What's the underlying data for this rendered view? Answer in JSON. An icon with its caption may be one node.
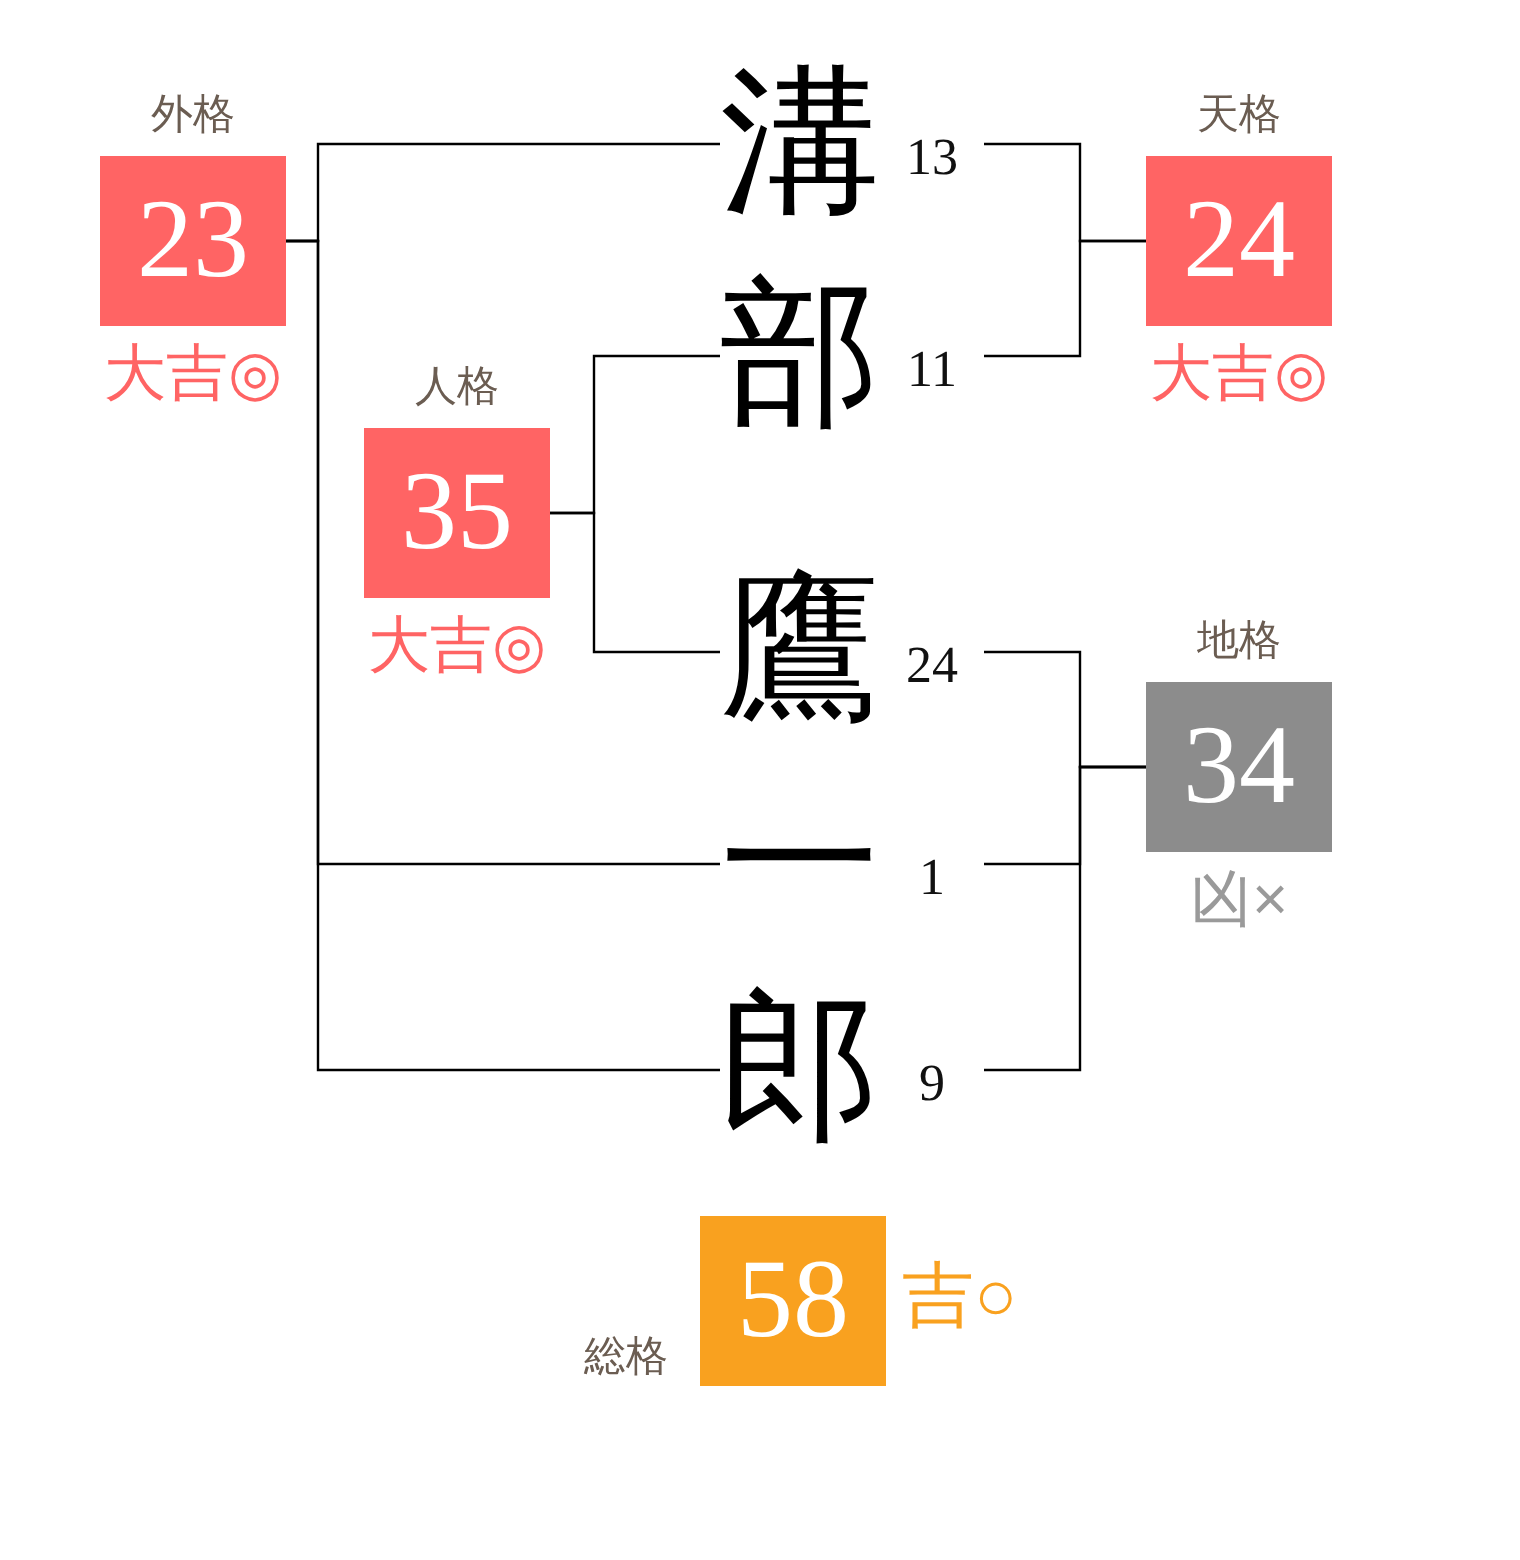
{
  "diagram": {
    "nodes": [
      {
        "text": [
          "外格",
          "23"
        ],
        "beside": [
          "大吉◎"
        ]
      },
      {
        "text": [
          "溝"
        ],
        "beside": [
          "13"
        ]
      },
      {
        "text": [
          "天格",
          "24"
        ],
        "beside": [
          "大吉◎"
        ]
      },
      {
        "text": [
          "部"
        ],
        "beside": [
          "11"
        ]
      },
      {
        "text": [
          "人格",
          "35"
        ],
        "beside": [
          "大吉◎"
        ]
      },
      {
        "text": [
          "鷹"
        ],
        "beside": [
          "24"
        ]
      },
      {
        "text": [
          "地格",
          "34"
        ],
        "beside": [
          "凶×"
        ]
      },
      {
        "text": [
          "一"
        ],
        "beside": [
          "1"
        ]
      },
      {
        "text": [
          "郎"
        ],
        "beside": [
          "9"
        ]
      },
      {
        "text": [
          "総格",
          "58"
        ],
        "beside": [
          "吉○"
        ]
      }
    ],
    "edges": [
      {
        "from": 1,
        "to": 0,
        "arrow": "none"
      },
      {
        "from": 7,
        "to": 0,
        "arrow": "none"
      },
      {
        "from": 8,
        "to": 0,
        "arrow": "none"
      },
      {
        "from": 1,
        "to": 2,
        "arrow": "none"
      },
      {
        "from": 3,
        "to": 2,
        "arrow": "none"
      },
      {
        "from": 3,
        "to": 4,
        "arrow": "none"
      },
      {
        "from": 5,
        "to": 4,
        "arrow": "none"
      },
      {
        "from": 5,
        "to": 6,
        "arrow": "none"
      },
      {
        "from": 7,
        "to": 6,
        "arrow": "none"
      },
      {
        "from": 8,
        "to": 6,
        "arrow": "none"
      }
    ]
  }
}
